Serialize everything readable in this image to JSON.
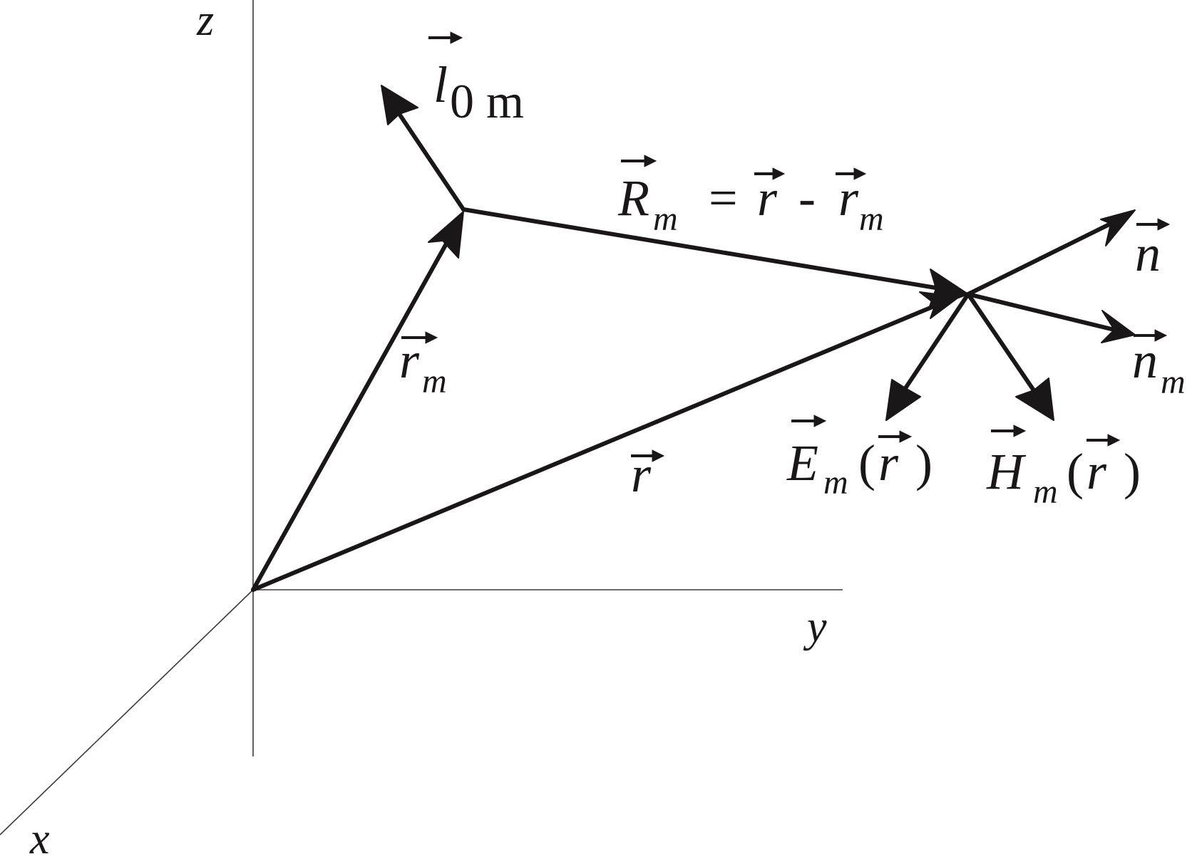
{
  "axes": {
    "z": "z",
    "y": "y",
    "x": "x"
  },
  "labels": {
    "l0m_letter": "l",
    "l0m_sub": "0 m",
    "Rm_letter": "R",
    "Rm_sub": "m",
    "Rm_equals": "=",
    "Rm_r": "r",
    "Rm_minus": "-",
    "Rm_rm": "r",
    "Rm_rm_sub": "m",
    "rm_letter": "r",
    "rm_sub": "m",
    "r_letter": "r",
    "n_letter": "n",
    "nm_letter": "n",
    "nm_sub": "m",
    "E_letter": "E",
    "E_sub": "m",
    "E_open": "(",
    "E_r": "r",
    "E_close": ")",
    "H_letter": "H",
    "H_sub": "m",
    "H_open": "(",
    "H_r": "r",
    "H_close": ")"
  },
  "colors": {
    "ink": "#1a1718",
    "axis": "#3a3a3a",
    "background": "#ffffff"
  }
}
